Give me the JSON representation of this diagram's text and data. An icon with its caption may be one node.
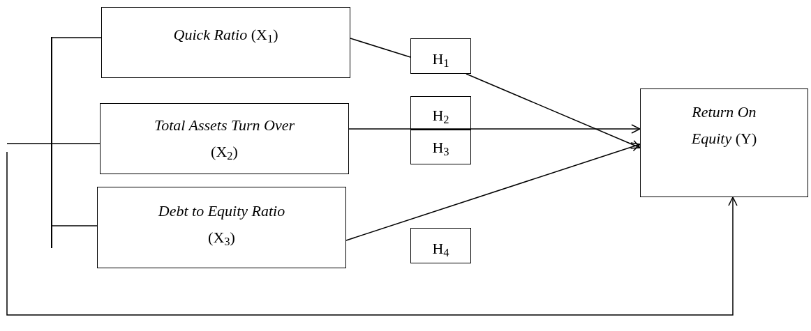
{
  "diagram": {
    "nodes": [
      {
        "text": [
          "*Quick Ratio* (X$_{1}$)"
        ]
      },
      {
        "text": [
          "H$_{1}$"
        ]
      },
      {
        "text": [
          "*Total Assets Turn Over* (X$_{2}$)"
        ]
      },
      {
        "text": [
          "H$_{2}$"
        ]
      },
      {
        "text": [
          "H$_{3}$"
        ]
      },
      {
        "text": [
          "*Return On Equity* (Y)"
        ]
      },
      {
        "text": [
          "*Debt to Equity Ratio* (X$_{3}$)"
        ]
      },
      {
        "text": [
          "H$_{4}$"
        ]
      },
      {
        "text": [],
        "shape": "bar"
      }
    ],
    "edges": [
      {
        "from": 0,
        "to": 1,
        "arrow": "none"
      },
      {
        "from": 1,
        "to": 5,
        "arrow": "to"
      },
      {
        "from": 2,
        "to": 5,
        "arrow": "to"
      },
      {
        "from": 6,
        "to": 5,
        "arrow": "to"
      },
      {
        "from": null,
        "to": 5,
        "arrow": "to"
      },
      {
        "from": 8,
        "to": 0,
        "arrow": "none"
      },
      {
        "from": 8,
        "to": 2,
        "arrow": "none"
      },
      {
        "from": 8,
        "to": 6,
        "arrow": "none"
      }
    ]
  }
}
